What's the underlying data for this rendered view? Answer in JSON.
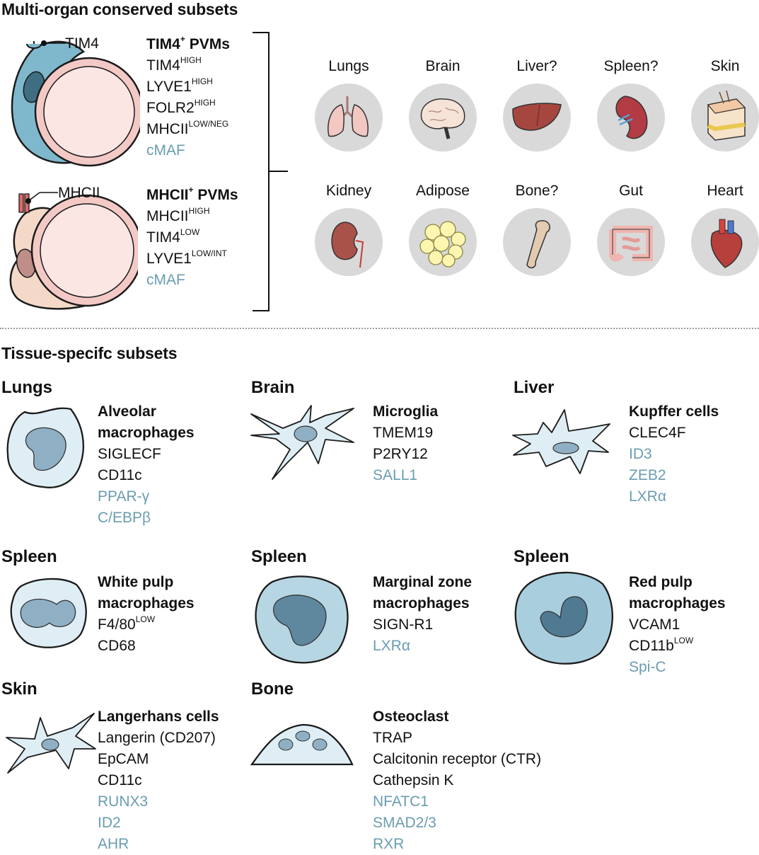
{
  "multi": {
    "heading": "Multi-organ conserved subsets",
    "tim4_marker": "TIM4",
    "mhcii_marker": "MHCII",
    "tim4_title_main": "TIM4",
    "tim4_title_sup": "+",
    "tim4_title_rest": " PVMs",
    "tim4_markers": [
      {
        "text": "TIM4",
        "sup": "HIGH"
      },
      {
        "text": "LYVE1",
        "sup": "HIGH"
      },
      {
        "text": "FOLR2",
        "sup": "HIGH"
      },
      {
        "text": "MHCII",
        "sup": "LOW/NEG"
      },
      {
        "text": "cMAF",
        "sup": ""
      }
    ],
    "mhcii_title_main": "MHCII",
    "mhcii_title_sup": "+",
    "mhcii_title_rest": " PVMs",
    "mhcii_markers": [
      {
        "text": "MHCII",
        "sup": "HIGH"
      },
      {
        "text": "TIM4",
        "sup": "LOW"
      },
      {
        "text": "LYVE1",
        "sup": "LOW/INT"
      },
      {
        "text": "cMAF",
        "sup": ""
      }
    ],
    "organs_row1": [
      "Lungs",
      "Brain",
      "Liver?",
      "Spleen?",
      "Skin"
    ],
    "organs_row2": [
      "Kidney",
      "Adipose",
      "Bone?",
      "Gut",
      "Heart"
    ]
  },
  "tissue": {
    "heading": "Tissue-specifc subsets",
    "lungs": {
      "organ": "Lungs",
      "title": [
        "Alveolar",
        "macrophages"
      ],
      "markers": [
        "SIGLECF",
        "CD11c"
      ],
      "tfs": [
        "PPAR-γ",
        "C/EBPβ"
      ]
    },
    "brain": {
      "organ": "Brain",
      "title": [
        "Microglia"
      ],
      "markers": [
        "TMEM19",
        "P2RY12"
      ],
      "tfs": [
        "SALL1"
      ]
    },
    "liver": {
      "organ": "Liver",
      "title": [
        "Kupffer cells"
      ],
      "markers": [
        "CLEC4F"
      ],
      "tfs": [
        "ID3",
        "ZEB2",
        "LXRα"
      ]
    },
    "spleen_wp": {
      "organ": "Spleen",
      "title": [
        "White pulp",
        "macrophages"
      ],
      "markers": [
        {
          "text": "F4/80",
          "sup": "LOW"
        },
        {
          "text": "CD68",
          "sup": ""
        }
      ],
      "tfs": []
    },
    "spleen_mz": {
      "organ": "Spleen",
      "title": [
        "Marginal zone",
        "macrophages"
      ],
      "markers": [
        "SIGN-R1"
      ],
      "tfs": [
        "LXRα"
      ]
    },
    "spleen_rp": {
      "organ": "Spleen",
      "title": [
        "Red pulp",
        "macrophages"
      ],
      "markers": [
        {
          "text": "VCAM1",
          "sup": ""
        },
        {
          "text": "CD11b",
          "sup": "LOW"
        }
      ],
      "tfs": [
        "Spi-C"
      ]
    },
    "skin": {
      "organ": "Skin",
      "title": [
        "Langerhans cells"
      ],
      "markers": [
        "Langerin (CD207)",
        "EpCAM",
        "CD11c"
      ],
      "tfs": [
        "RUNX3",
        "ID2",
        "AHR"
      ]
    },
    "bone": {
      "organ": "Bone",
      "title": [
        "Osteoclast"
      ],
      "markers": [
        "TRAP",
        "Calcitonin receptor (CTR)",
        "Cathepsin K"
      ],
      "tfs": [
        "NFATC1",
        "SMAD2/3",
        "RXR"
      ]
    }
  },
  "colors": {
    "tf_text": "#6a9db0",
    "circle_bg": "#d9d9d9",
    "cell_fill": "#dfeef5",
    "nucleus": "#8fb0c4",
    "tim4_cell": "#7fb8cc",
    "mhcii_cell": "#f4d9c8",
    "vessel": "#f7d6d3"
  }
}
